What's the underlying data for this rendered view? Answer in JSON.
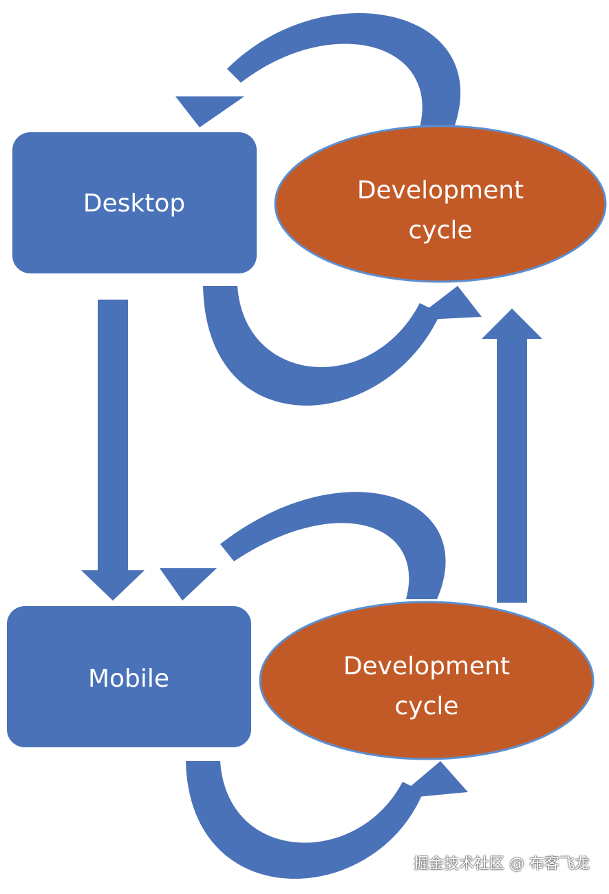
{
  "nodes": {
    "desktop": {
      "label": "Desktop"
    },
    "desktop_cycle": {
      "line1": "Development",
      "line2": "cycle"
    },
    "mobile": {
      "label": "Mobile"
    },
    "mobile_cycle": {
      "line1": "Development",
      "line2": "cycle"
    }
  },
  "watermark": "掘金技术社区 @ 布客飞龙",
  "colors": {
    "blue": "#4A72B8",
    "blue_dark": "#3F64A8",
    "orange": "#C25A28",
    "orange_stroke": "#5B8FD2",
    "text": "#FFFFFF"
  }
}
